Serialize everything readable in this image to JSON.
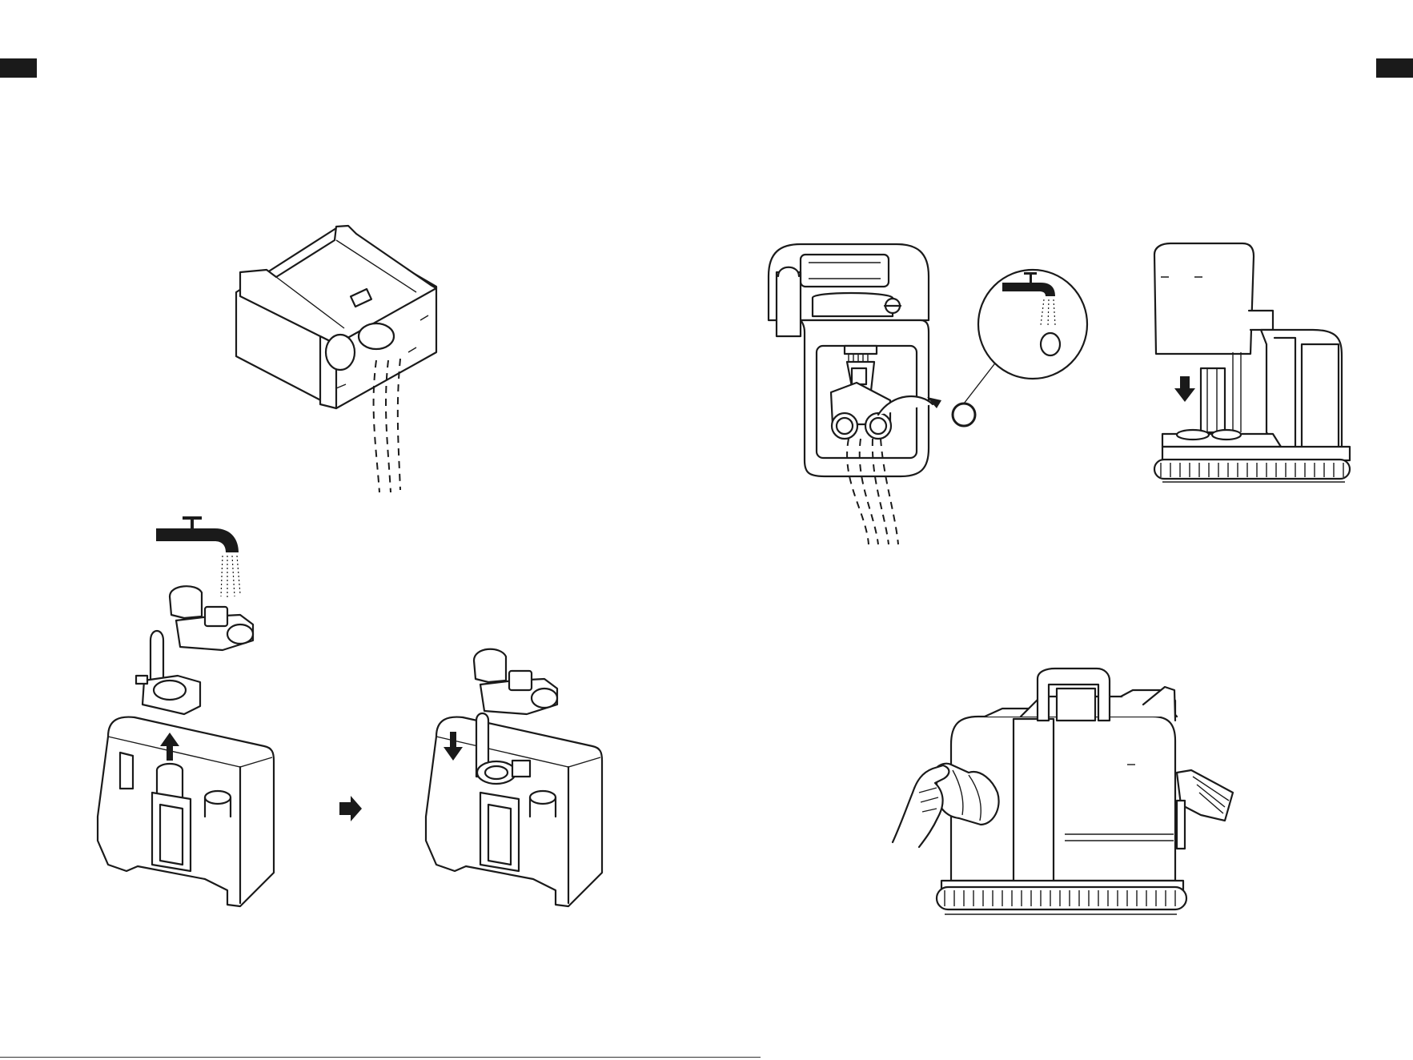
{
  "page": {
    "footer_text": "",
    "colors": {
      "ink": "#1a1a1a",
      "paper": "#ffffff"
    }
  },
  "illustrations": [
    {
      "id": "fig-dirty-tank-pour",
      "icon": "tank-emptying"
    },
    {
      "id": "fig-faucet-rinse-filter",
      "icon": "faucet-icon"
    },
    {
      "id": "fig-reassemble-filter",
      "icon": "arrow-right-icon"
    },
    {
      "id": "fig-drain-plug-rinse",
      "icon": "drain-plug"
    },
    {
      "id": "fig-reinstall-tank",
      "icon": "arrow-down-icon"
    },
    {
      "id": "fig-wipe-cleaner",
      "icon": "cloth-wipe"
    }
  ]
}
